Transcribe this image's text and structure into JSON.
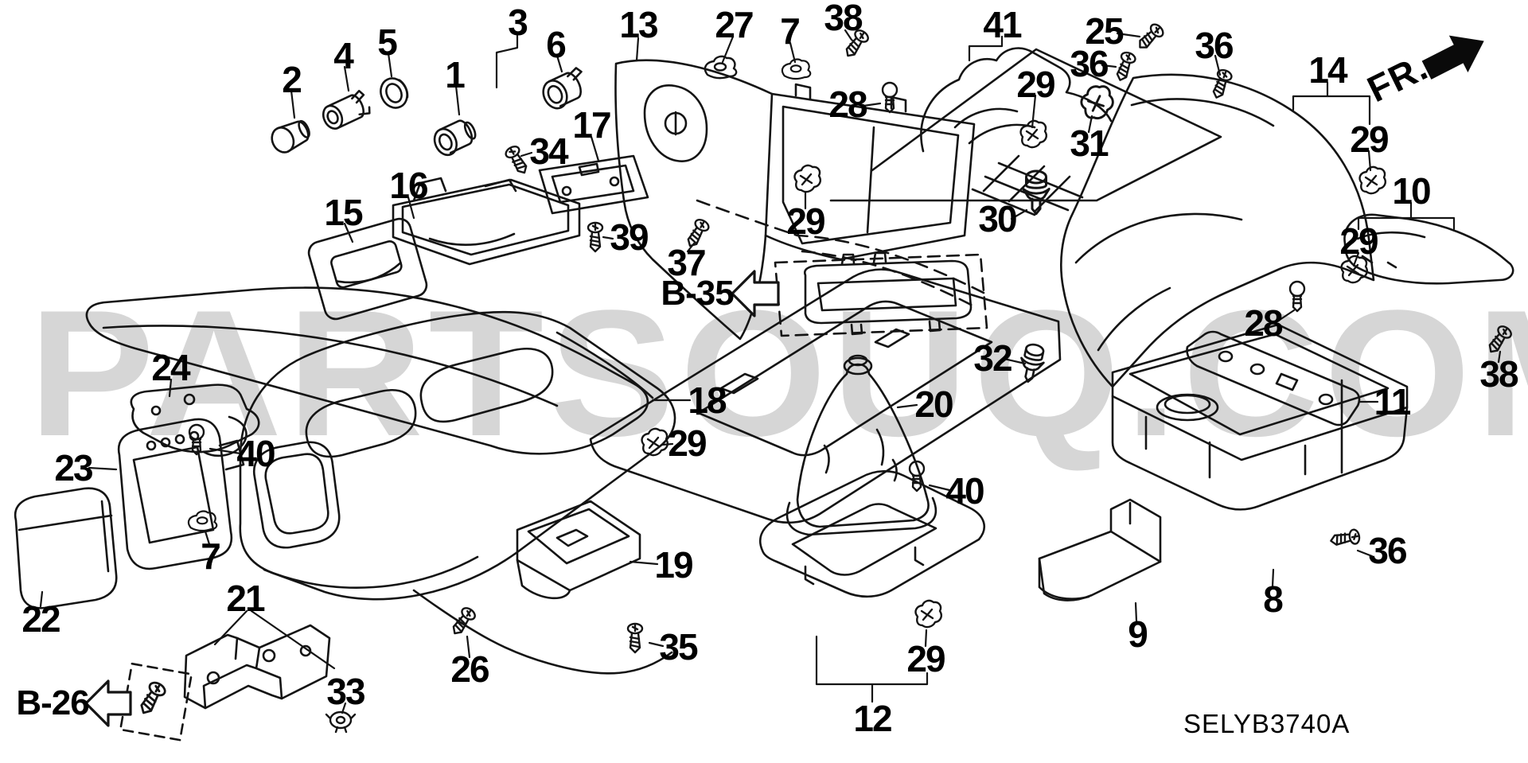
{
  "watermark": "PARTSOUQ.COM",
  "direction_label": "FR.",
  "diagram_code": "SELYB3740A",
  "reference_links": {
    "b35": "B-35",
    "b26": "B-26"
  },
  "part_labels": [
    "2",
    "4",
    "5",
    "1",
    "3",
    "6",
    "13",
    "27",
    "7",
    "38",
    "41",
    "25",
    "36",
    "36",
    "14",
    "29",
    "28",
    "31",
    "29",
    "10",
    "17",
    "34",
    "16",
    "15",
    "39",
    "30",
    "29",
    "37",
    "29",
    "28",
    "38",
    "24",
    "11",
    "18",
    "20",
    "32",
    "40",
    "29",
    "23",
    "40",
    "7",
    "19",
    "22",
    "21",
    "26",
    "35",
    "33",
    "29",
    "12",
    "8",
    "9",
    "36"
  ],
  "colors": {
    "line": "#141414",
    "watermark": "#d6d6d6",
    "background": "#ffffff",
    "label_text": "#000000"
  }
}
